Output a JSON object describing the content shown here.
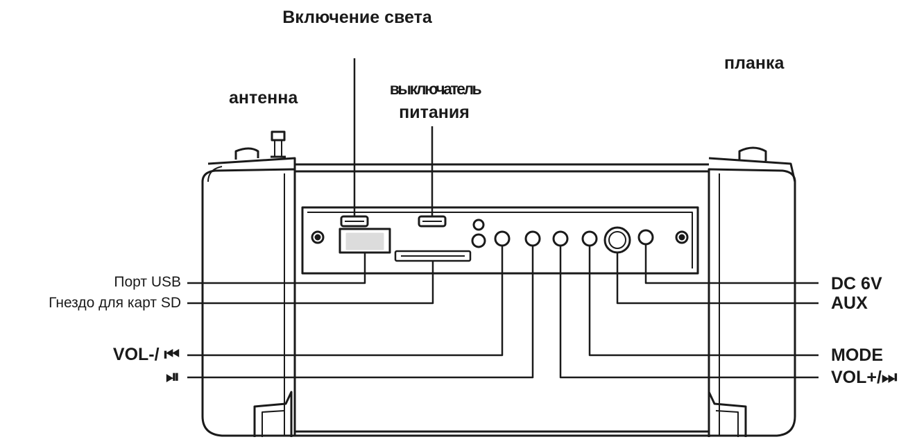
{
  "labels": {
    "light_switch": "Включение света",
    "power_switch_line1": "выключатель",
    "power_switch_line2": "питания",
    "antenna": "антенна",
    "strap": "планка",
    "usb_port": "Порт USB",
    "sd_slot": "Гнездо для карт SD",
    "vol_minus": "VOL-/ ⏮",
    "play_pause": "⏯",
    "dc": "DC 6V",
    "aux": "AUX",
    "mode": "MODE",
    "vol_plus": "VOL+/⏭"
  }
}
